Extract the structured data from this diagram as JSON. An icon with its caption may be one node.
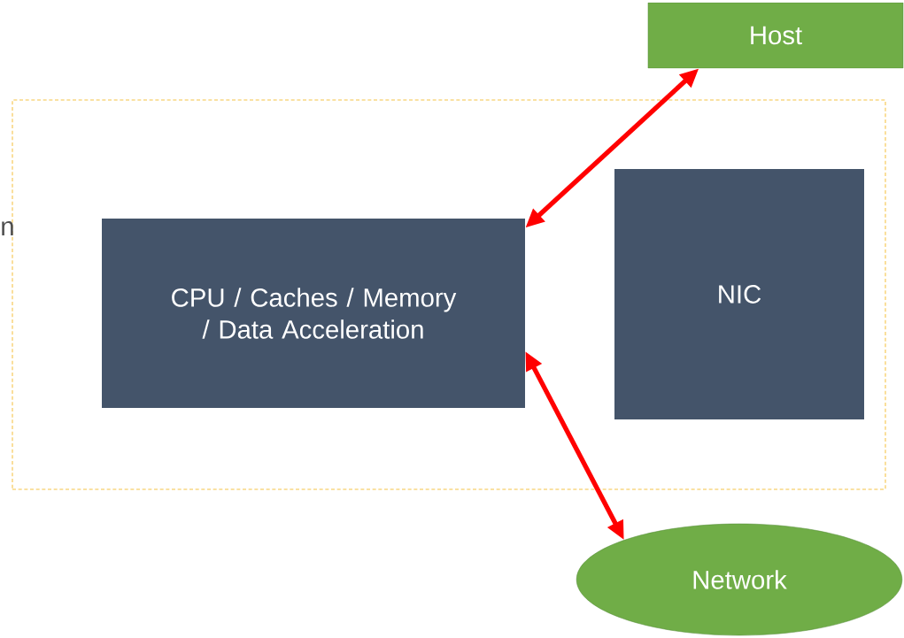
{
  "diagram": {
    "nodes": [
      {
        "text": [],
        "shape": "box"
      },
      {
        "text": [
          "CPU / Caches / Memory / Data Acceleration"
        ],
        "in": 0
      },
      {
        "text": [
          "NIC"
        ],
        "in": 0
      },
      {
        "text": [
          "Host"
        ]
      },
      {
        "text": [
          "Network"
        ]
      }
    ],
    "edges": [
      {
        "from": 1,
        "to": 3,
        "arrow": "both"
      },
      {
        "from": 1,
        "to": 4,
        "arrow": "both"
      }
    ],
    "labels": [
      "n"
    ]
  }
}
